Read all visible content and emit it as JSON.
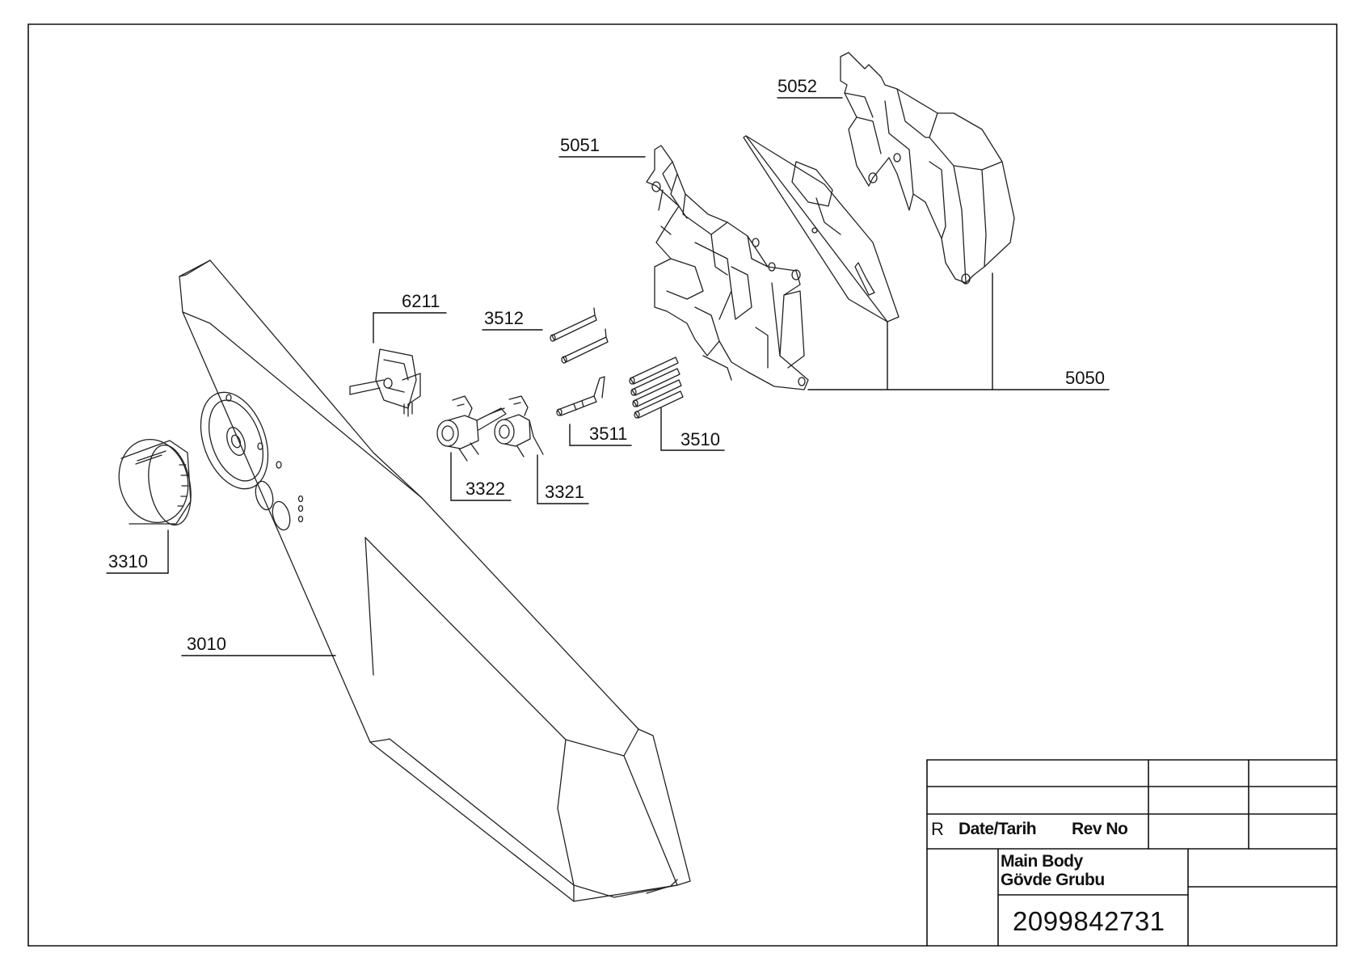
{
  "parts": {
    "p5052": "5052",
    "p5051": "5051",
    "p5050": "5050",
    "p6211": "6211",
    "p3512": "3512",
    "p3511": "3511",
    "p3510": "3510",
    "p3322": "3322",
    "p3321": "3321",
    "p3310": "3310",
    "p3010": "3010"
  },
  "title_block": {
    "rev_mark": "R",
    "date_label": "Date/Tarih",
    "rev_label": "Rev No",
    "name_en": "Main Body",
    "name_tr": "Gövde Grubu",
    "part_number": "2099842731"
  }
}
